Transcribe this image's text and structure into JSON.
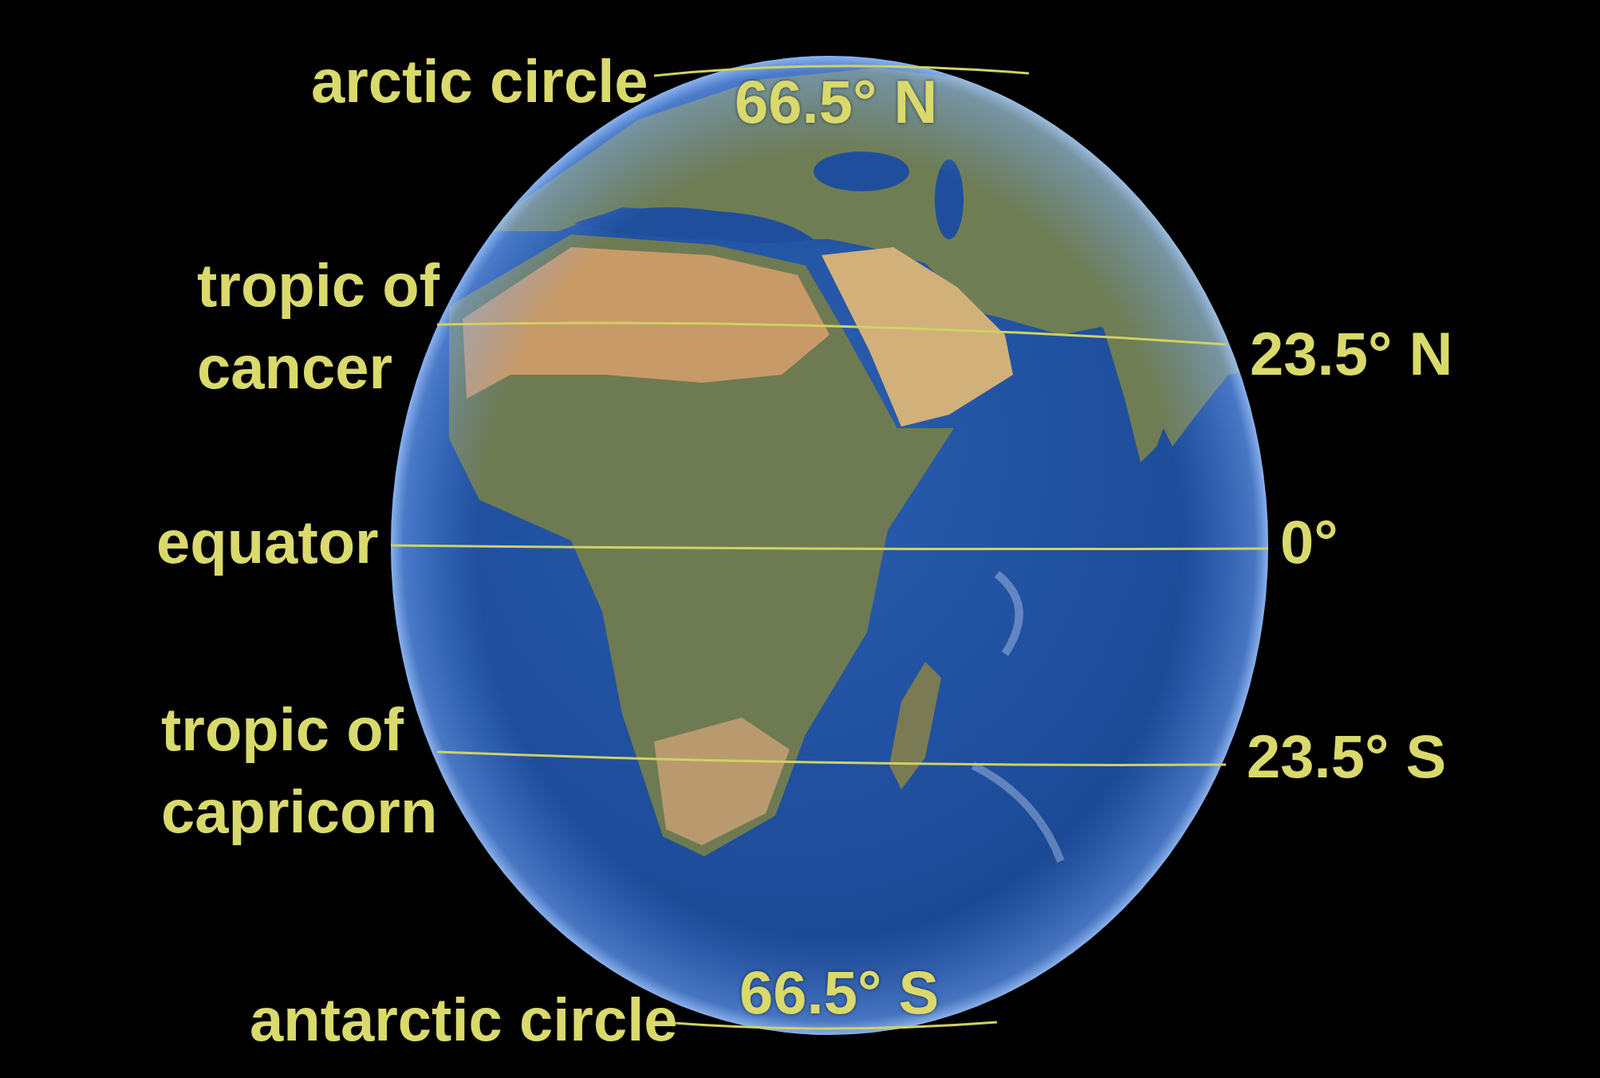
{
  "diagram": {
    "labels": [
      "arctic circle",
      "66.5° N",
      "tropic of cancer",
      "23.5° N",
      "equator",
      "0°",
      "tropic of capricorn",
      "23.5° S",
      "antarctic circle",
      "66.5° S"
    ]
  }
}
